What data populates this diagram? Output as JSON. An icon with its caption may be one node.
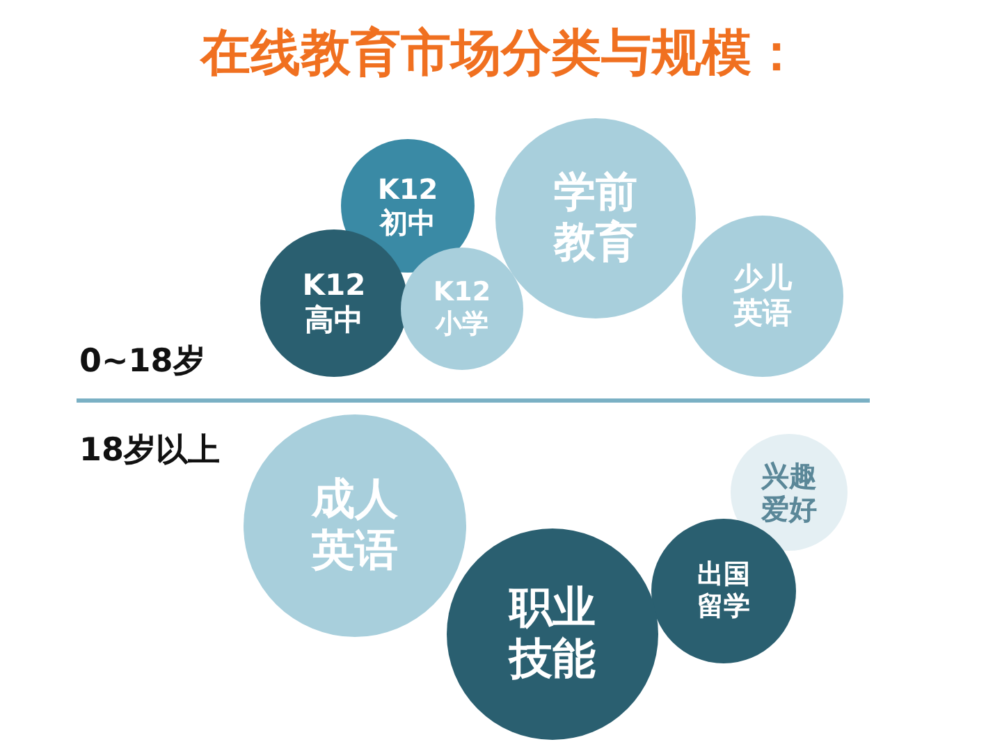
{
  "diagram": {
    "title": "在线教育市场分类与规模：",
    "nodes": [
      {
        "text": [
          "K12 初中"
        ]
      },
      {
        "text": [
          "学前教育"
        ]
      },
      {
        "text": [
          "K12 高中"
        ]
      },
      {
        "text": [
          "K12 小学"
        ]
      },
      {
        "text": [
          "少儿英语"
        ]
      },
      {
        "text": [
          "成人英语"
        ]
      },
      {
        "text": [
          "兴趣爱好"
        ]
      },
      {
        "text": [
          "出国留学"
        ]
      },
      {
        "text": [
          "职业技能"
        ]
      }
    ],
    "labels": [
      "0~18岁",
      "18岁以上"
    ]
  }
}
